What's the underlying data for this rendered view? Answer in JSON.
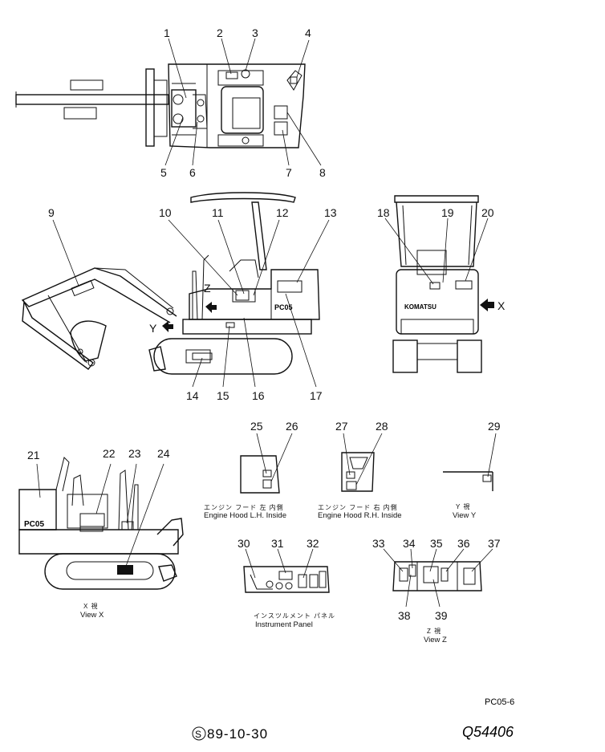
{
  "callouts": [
    "1",
    "2",
    "3",
    "4",
    "5",
    "6",
    "7",
    "8",
    "9",
    "10",
    "11",
    "12",
    "13",
    "14",
    "15",
    "16",
    "17",
    "18",
    "19",
    "20",
    "21",
    "22",
    "23",
    "24",
    "25",
    "26",
    "27",
    "28",
    "29",
    "30",
    "31",
    "32",
    "33",
    "34",
    "35",
    "36",
    "37",
    "38",
    "39"
  ],
  "view_markers": {
    "z": "Z",
    "y": "Y",
    "x": "X"
  },
  "machine_badge": "PC05",
  "brand_badge": "KOMATSU",
  "captions": {
    "hood_lh_jp": "エンジン フード 左 内側",
    "hood_lh_en": "Engine Hood L.H. Inside",
    "hood_rh_jp": "エンジン フード 右 内側",
    "hood_rh_en": "Engine Hood R.H. Inside",
    "view_y_jp": "Y 視",
    "view_y_en": "View Y",
    "view_x_jp": "X 視",
    "view_x_en": "View X",
    "panel_jp": "インスツルメント パネル",
    "panel_en": "Instrument Panel",
    "view_z_jp": "Z 視",
    "view_z_en": "View Z"
  },
  "footer": {
    "model_code": "PC05-6",
    "date": "89-10-30",
    "date_symbol": "S",
    "drawing_id": "Q54406"
  }
}
